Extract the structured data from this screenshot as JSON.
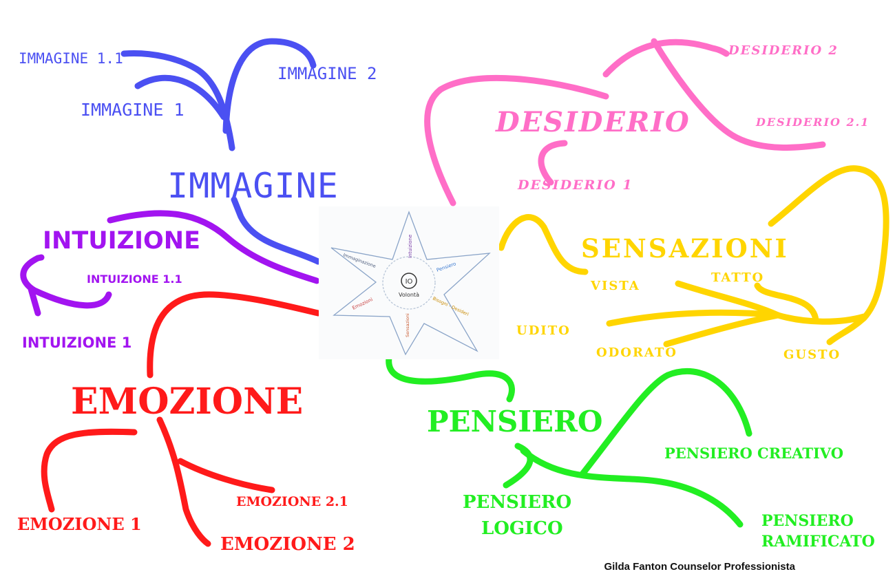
{
  "colors": {
    "immagine": "#4b50f2",
    "intuizione": "#a214f0",
    "emozione": "#ff1a1a",
    "pensiero": "#22ee22",
    "sensazioni": "#ffd500",
    "desiderio": "#ff6ec7"
  },
  "center": {
    "io": "IO",
    "volonta": "Volontà",
    "points": [
      "Intuizione",
      "Pensiero",
      "Bisogni - Desideri",
      "Sensazioni",
      "Emozioni",
      "Immaginazione"
    ]
  },
  "immagine": {
    "main": "IMMAGINE",
    "sub1": "IMMAGINE 1",
    "sub11": "IMMAGINE 1.1",
    "sub2": "IMMAGINE 2"
  },
  "intuizione": {
    "main": "INTUIZIONE",
    "sub1": "INTUIZIONE 1",
    "sub11": "INTUIZIONE 1.1"
  },
  "emozione": {
    "main": "EMOZIONE",
    "sub1": "EMOZIONE 1",
    "sub2": "EMOZIONE 2",
    "sub21": "EMOZIONE 2.1"
  },
  "pensiero": {
    "main": "PENSIERO",
    "logico_1": "PENSIERO",
    "logico_2": "LOGICO",
    "creativo": "PENSIERO CREATIVO",
    "ramificato_1": "PENSIERO",
    "ramificato_2": "RAMIFICATO"
  },
  "sensazioni": {
    "main": "SENSAZIONI",
    "vista": "VISTA",
    "tatto": "TATTO",
    "udito": "UDITO",
    "odorato": "ODORATO",
    "gusto": "GUSTO"
  },
  "desiderio": {
    "main": "DESIDERIO",
    "sub1": "DESIDERIO 1",
    "sub2": "DESIDERIO 2",
    "sub21": "DESIDERIO 2.1"
  },
  "footer": "Gilda Fanton Counselor Professionista"
}
